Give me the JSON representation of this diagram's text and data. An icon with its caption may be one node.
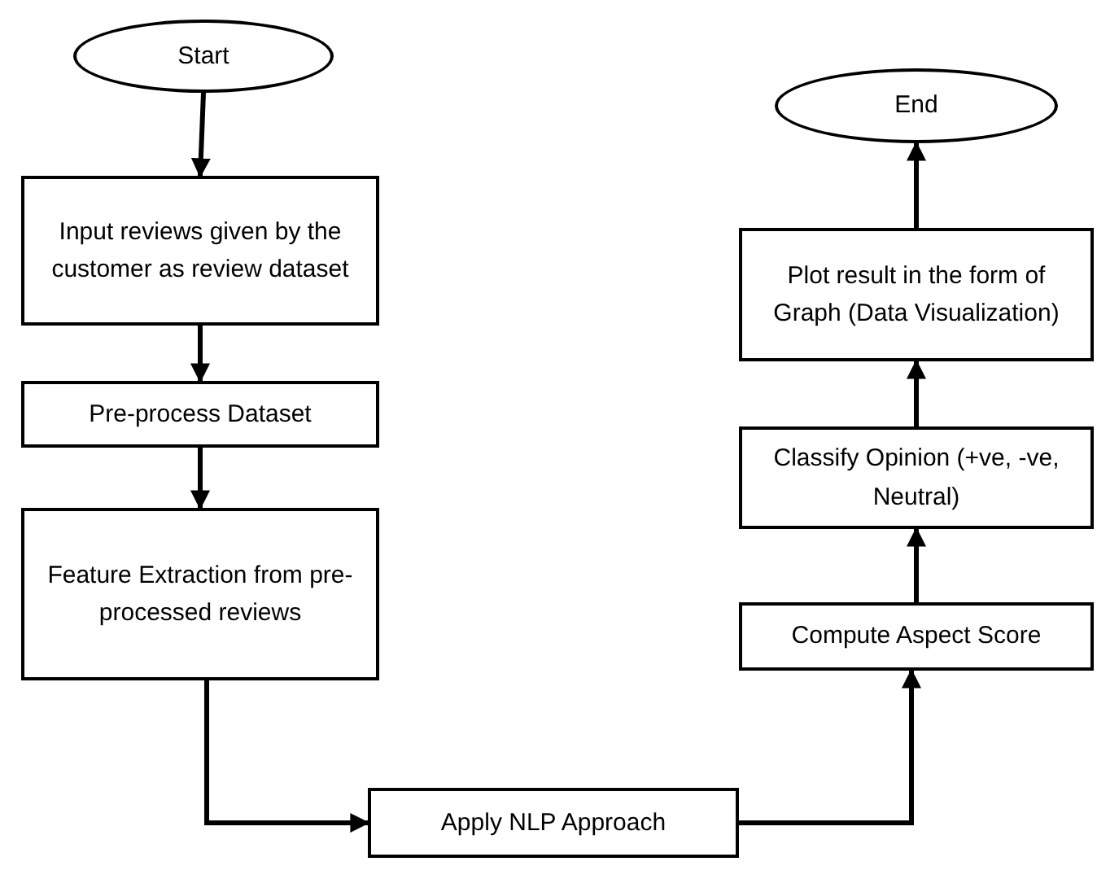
{
  "diagram": {
    "nodes": [
      {
        "text": [
          "Start"
        ]
      },
      {
        "text": [
          "Input reviews given by the customer as review dataset"
        ]
      },
      {
        "text": [
          "Pre-process Dataset"
        ]
      },
      {
        "text": [
          "Feature Extraction from pre-processed reviews"
        ]
      },
      {
        "text": [
          "Apply NLP Approach"
        ]
      },
      {
        "text": [
          "Compute Aspect Score"
        ]
      },
      {
        "text": [
          "Classify Opinion (+ve, -ve, Neutral)"
        ]
      },
      {
        "text": [
          "Plot result in the form of Graph (Data Visualization)"
        ]
      },
      {
        "text": [
          "End"
        ]
      }
    ],
    "edges": [
      {
        "from": 0,
        "to": 1,
        "arrow": "to"
      },
      {
        "from": 1,
        "to": 2,
        "arrow": "to"
      },
      {
        "from": 2,
        "to": 3,
        "arrow": "to"
      },
      {
        "from": 3,
        "to": 4,
        "arrow": "to"
      },
      {
        "from": 4,
        "to": 5,
        "arrow": "to"
      },
      {
        "from": 5,
        "to": 6,
        "arrow": "to"
      },
      {
        "from": 6,
        "to": 7,
        "arrow": "to"
      },
      {
        "from": 7,
        "to": 8,
        "arrow": "to"
      }
    ]
  }
}
